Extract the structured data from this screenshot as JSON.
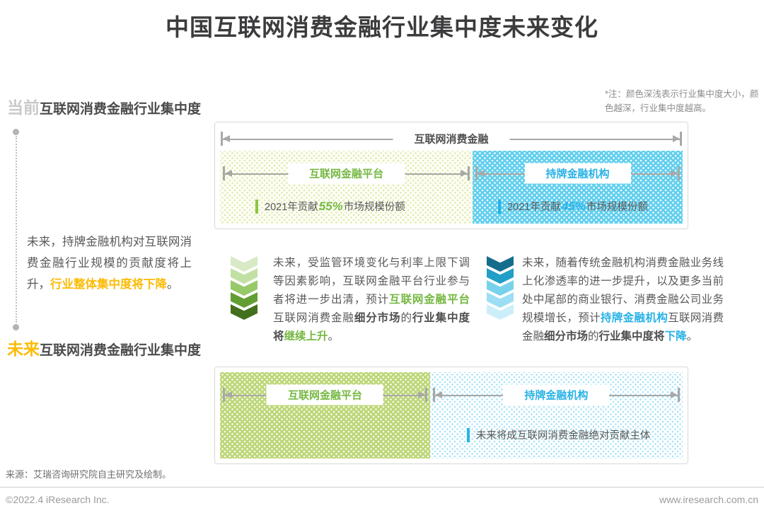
{
  "title": "中国互联网消费金融行业集中度未来变化",
  "corner_note": "*注：颜色深浅表示行业集中度大小，颜色越深，行业集中度越高。",
  "sections": {
    "current": {
      "prefix": "当前",
      "heading": "互联网消费金融行业集中度"
    },
    "future": {
      "prefix": "未来",
      "heading": "互联网消费金融行业集中度"
    }
  },
  "top_chart": {
    "axis_label": "互联网消费金融",
    "left_box": {
      "label": "互联网金融平台",
      "stat_pre": "2021年贡献",
      "stat_pct": "55%",
      "stat_post": "市场规模份额"
    },
    "right_box": {
      "label": "持牌金融机构",
      "stat_pre": "2021年贡献",
      "stat_pct": "45%",
      "stat_post": "市场规模份额"
    }
  },
  "bottom_chart": {
    "left_box": {
      "label": "互联网金融平台"
    },
    "right_box": {
      "label": "持牌金融机构",
      "note": "未来将成互联网消费金融绝对贡献主体"
    }
  },
  "para_left": {
    "p1": "未来，持牌金融机构对互联网消费金融行业规模的贡献度将上升，",
    "hl": "行业整体集中度将下降",
    "p2": "。"
  },
  "para_mid": {
    "p1": "未来，受监管环境变化与利率上限下调等因素影响，互联网金融平台行业参与者将进一步出清，预计",
    "hl1": "互联网金融平台",
    "p2": "互联网消费金融",
    "b1": "细分市场",
    "p3": "的",
    "b2": "行业集中度将",
    "hl2": "继续上升",
    "p4": "。"
  },
  "para_right": {
    "p1": "未来，随着传统金融机构消费金融业务线上化渗透率的进一步提升，以及更多当前处中尾部的商业银行、消费金融公司业务规模增长，预计",
    "hl1": "持牌金融机构",
    "p2": "互联网消费金融",
    "b1": "细分市场",
    "p3": "的",
    "b2": "行业集中度将",
    "hl2": "下降",
    "p4": "。"
  },
  "source": "来源：艾瑞咨询研究院自主研究及绘制。",
  "footer": {
    "copyright": "©2022.4 iResearch Inc.",
    "website": "www.iresearch.com.cn"
  },
  "colors": {
    "title_text": "#3c3c3e",
    "accent_gold": "#fbbc09",
    "accent_green": "#76b843",
    "accent_blue": "#29b2e6",
    "arrow_gray": "#a8a8a8",
    "top_left_box_dots": "#dfe9ad",
    "top_right_box_bg": "#62cfee",
    "bottom_left_box_bg": "#bdd779",
    "bottom_right_box_dots": "#a8e2f6",
    "chevrons_green_top_to_bottom": [
      "#d8e9c6",
      "#c3e0a4",
      "#97c968",
      "#639e33",
      "#42701e"
    ],
    "chevrons_blue_top_to_bottom": [
      "#156d8c",
      "#219fc6",
      "#77d2ec",
      "#9cdef3",
      "#cceef9"
    ]
  },
  "chart_data": [
    {
      "type": "bar",
      "title": "当前互联网消费金融行业集中度",
      "orientation": "horizontal-stacked",
      "axis_label": "互联网消费金融",
      "categories": [
        "互联网金融平台",
        "持牌金融机构"
      ],
      "values": [
        55,
        45
      ],
      "unit": "%",
      "annotations": [
        "2021年贡献55%市场规模份额",
        "2021年贡献45%市场规模份额"
      ],
      "legend_position": "none",
      "grid": false
    },
    {
      "type": "bar",
      "title": "未来互联网消费金融行业集中度",
      "orientation": "horizontal-stacked",
      "categories": [
        "互联网金融平台",
        "持牌金融机构"
      ],
      "values": [
        45,
        55
      ],
      "values_estimated_from_widths": true,
      "unit": "%",
      "annotations": [
        "",
        "未来将成互联网消费金融绝对贡献主体"
      ],
      "legend_position": "none",
      "grid": false
    }
  ]
}
